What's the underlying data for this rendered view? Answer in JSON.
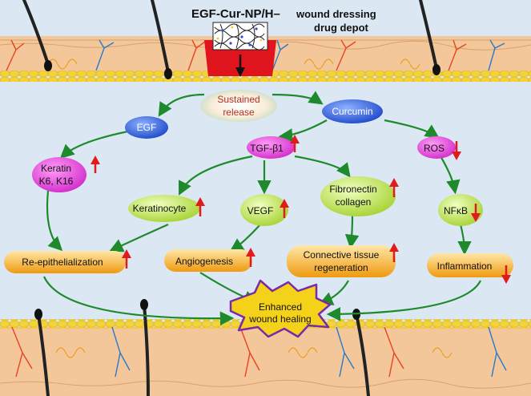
{
  "title": {
    "main": "EGF-Cur-NP/H–",
    "sub1": "wound dressing",
    "sub2": "drug depot"
  },
  "nodes": {
    "sustained": [
      "Sustained",
      "release"
    ],
    "egf": "EGF",
    "curcumin": "Curcumin",
    "tgf": "TGF-β1",
    "ros": "ROS",
    "keratin": [
      "Keratin",
      "K6, K16"
    ],
    "keratinocyte": "Keratinocyte",
    "vegf": "VEGF",
    "fibronectin": [
      "Fibronectin",
      "collagen"
    ],
    "nfkb": "NFκB",
    "reepi": "Re-epithelialization",
    "angio": "Angiogenesis",
    "connective": [
      "Connective tissue",
      "regeneration"
    ],
    "inflammation": "Inflammation",
    "enhanced": [
      "Enhanced",
      "wound healing"
    ]
  },
  "colors": {
    "arrow": "#1f8a2c",
    "up_down": "#e01b1b",
    "egf_node": "#2f5fd8",
    "magenta_node": "#e040d8",
    "green_node": "#b9e04a",
    "orange_node": "#f2a81e",
    "star": "#f5d21a",
    "star_border": "#7a2aa8",
    "skin": "#f4c79a",
    "fat": "#f3d33a",
    "depot_red": "#e0141c"
  }
}
